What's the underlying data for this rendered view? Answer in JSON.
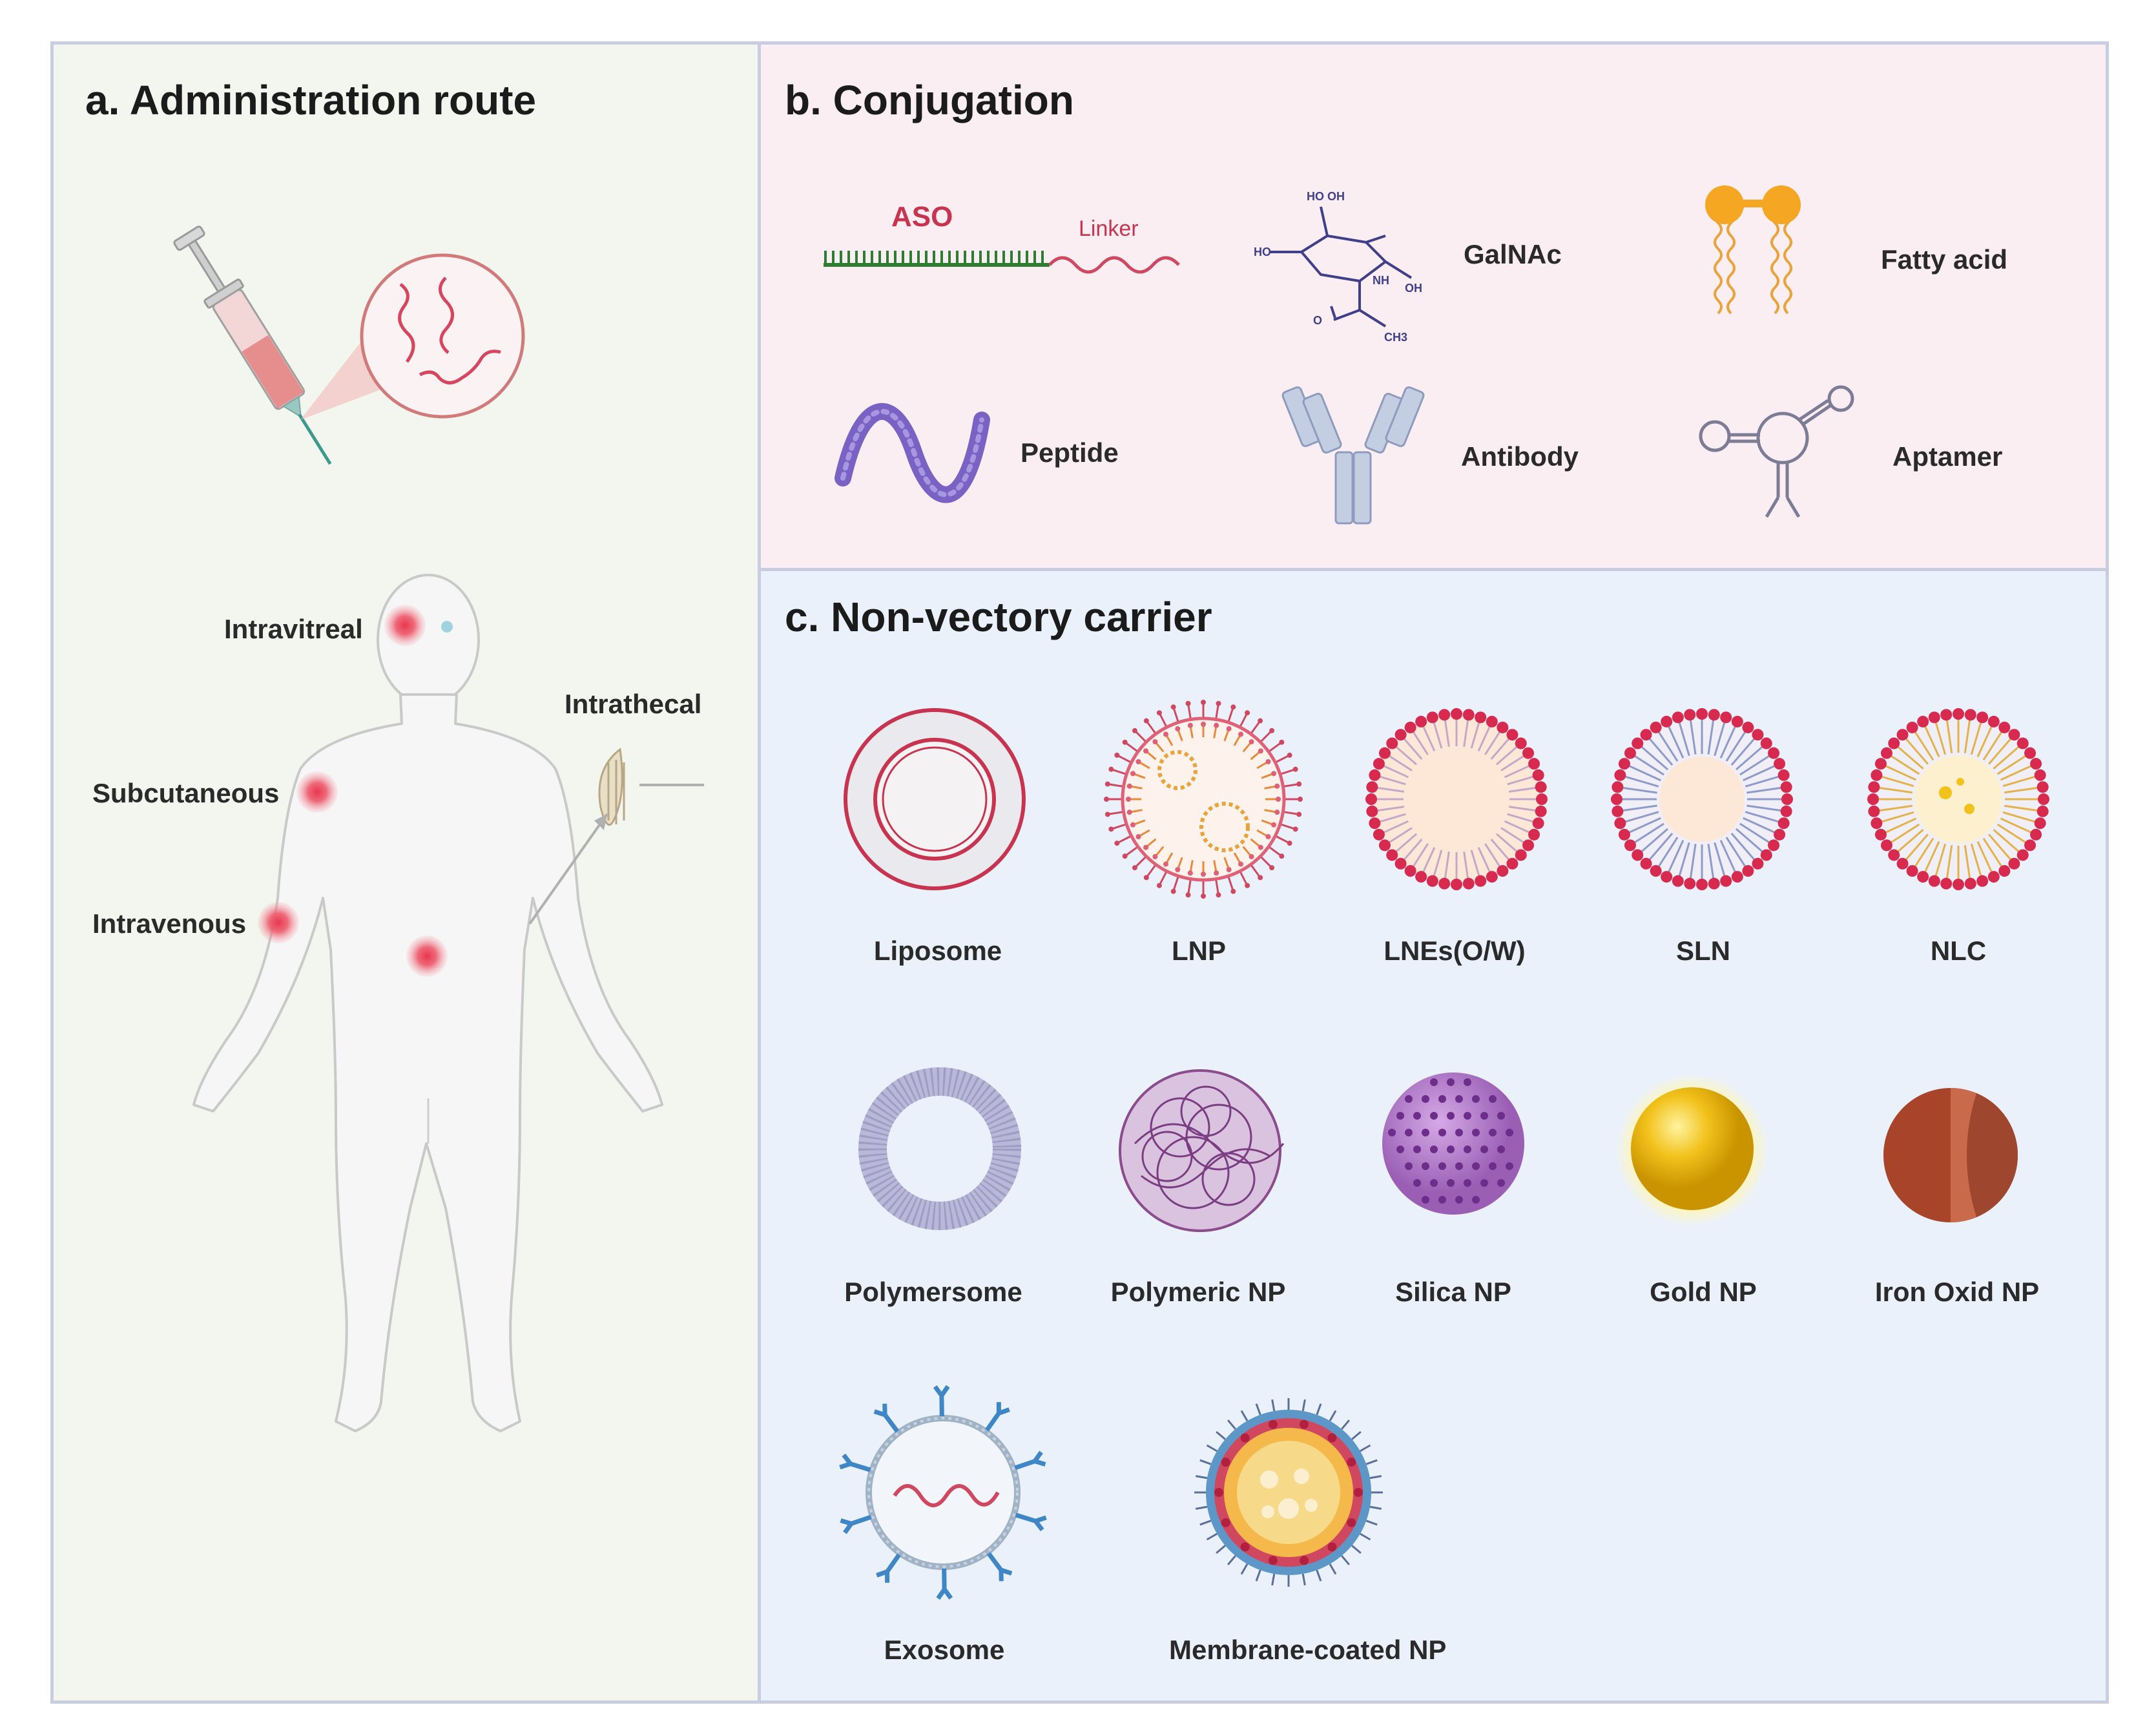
{
  "panel_a": {
    "title": "a. Administration route",
    "routes": {
      "intravitreal": "Intravitreal",
      "intrathecal": "Intrathecal",
      "subcutaneous": "Subcutaneous",
      "intravenous": "Intravenous"
    }
  },
  "panel_b": {
    "title": "b. Conjugation",
    "aso_label": "ASO",
    "linker_label": "Linker",
    "items": {
      "galnac": "GalNAc",
      "fatty_acid": "Fatty acid",
      "peptide": "Peptide",
      "antibody": "Antibody",
      "aptamer": "Aptamer"
    },
    "galnac_atoms": {
      "ho_top": "HO OH",
      "ho_left": "HO",
      "nh": "NH",
      "oh": "OH",
      "o": "O",
      "ch3": "CH3"
    }
  },
  "panel_c": {
    "title": "c. Non-vectory carrier",
    "carriers": {
      "liposome": "Liposome",
      "lnp": "LNP",
      "lnes": "LNEs(O/W)",
      "sln": "SLN",
      "nlc": "NLC",
      "polymersome": "Polymersome",
      "polymeric_np": "Polymeric NP",
      "silica_np": "Silica NP",
      "gold_np": "Gold NP",
      "iron_oxid_np": "Iron Oxid NP",
      "exosome": "Exosome",
      "membrane_coated_np": "Membrane-coated NP"
    }
  },
  "colors": {
    "panel_a_bg": "#f2f6ef",
    "panel_b_bg": "#fbeef2",
    "panel_c_bg": "#ebf1fb",
    "accent_red": "#c8344f",
    "injection_dot": "#e8364e",
    "aso_green": "#2e7d32",
    "purple": "#7a62c4",
    "gold": "#f2c21b",
    "iron": "#a8442a"
  }
}
